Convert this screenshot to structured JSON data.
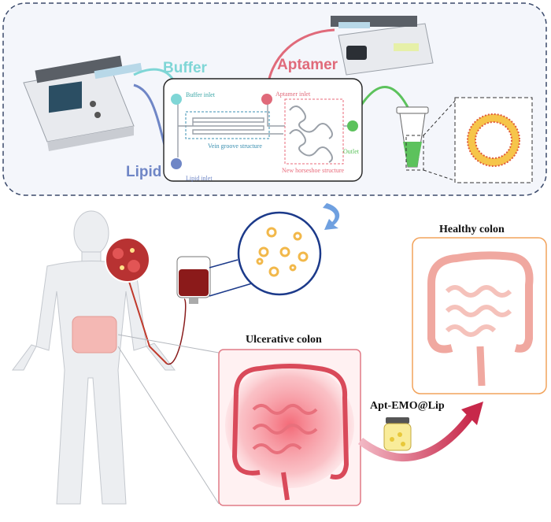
{
  "labels": {
    "buffer": "Buffer",
    "aptamer": "Aptamer",
    "lipid": "Lipid",
    "buffer_inlet": "Buffer inlet",
    "aptamer_inlet": "Aptamer inlet",
    "lipid_inlet": "Lipid inlet",
    "vein_groove": "Vein groove structure",
    "horseshoe": "New horseshoe structure",
    "outlet": "Outlet",
    "healthy_colon": "Healthy colon",
    "ulcerative_colon": "Ulcerative colon",
    "drug": "Apt-EMO@Lip"
  },
  "colors": {
    "buffer": "#7fd6d6",
    "aptamer": "#e06a7a",
    "lipid": "#6f86c6",
    "outlet": "#5cc25c",
    "horseshoe": "#e86a7a",
    "vein": "#3a8fb0",
    "panel_border": "#3b4a6b",
    "healthy_frame": "#f2a35b",
    "ulcer_frame": "#e07a86",
    "arrow": "#d23a5a"
  }
}
